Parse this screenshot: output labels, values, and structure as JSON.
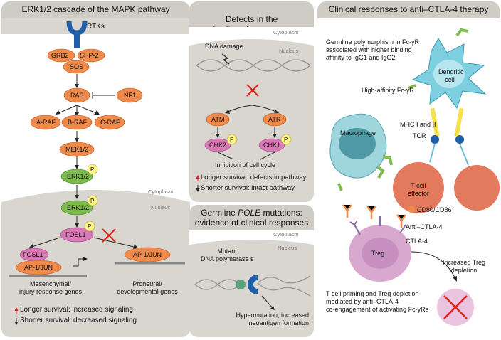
{
  "panel_a": {
    "title": "ERK1/2 cascade of the MAPK pathway",
    "rtks": "RTKs",
    "grb2": "GRB2",
    "shp2": "SHP-2",
    "sos": "SOS",
    "ras": "RAS",
    "nf1": "NF1",
    "araf": "A-RAF",
    "braf": "B-RAF",
    "craf": "C-RAF",
    "mek": "MEK1/2",
    "erk": "ERK1/2",
    "p": "P",
    "cytoplasm": "Cytoplasm",
    "nucleus": "Nucleus",
    "fosl1": "FOSL1",
    "ap1": "AP-1/JUN",
    "mes_genes": "Mesenchymal/\ninjury response genes",
    "pro_genes": "Proneural/\ndevelopmental genes",
    "longer": "Longer survival: increased signaling",
    "shorter": "Shorter survival: decreased signaling"
  },
  "panel_b": {
    "title": "Defects in the\nreplication stress response",
    "cytoplasm": "Cytoplasm",
    "nucleus": "Nucleus",
    "dna_damage": "DNA damage",
    "atm": "ATM",
    "atr": "ATR",
    "chk2": "CHK2",
    "chk1": "CHK1",
    "p": "P",
    "inhibition": "Inhibition of cell cycle",
    "longer": "Longer survival: defects in pathway",
    "shorter": "Shorter survival: intact pathway"
  },
  "panel_c": {
    "title_pre": "Germline ",
    "title_italic": "POLE",
    "title_post": " mutations:",
    "title2": "evidence of clinical responses",
    "cytoplasm": "Cytoplasm",
    "nucleus": "Nucleus",
    "mutant": "Mutant\nDNA polymerase ε",
    "hyper": "Hypermutation, increased\nneoantigen formation"
  },
  "panel_d": {
    "title": "Clinical responses to anti–CTLA-4 therapy",
    "germline": "Germline polymorphism in Fc-γR\nassociated with higher binding\naffinity to IgG1 and IgG2",
    "high_affinity": "High-affinity Fc-γR",
    "dendritic": "Dendritic\ncell",
    "mhc": "MHC I and II",
    "tcr": "TCR",
    "macrophage": "Macrophage",
    "tcell": "T cell\neffector",
    "cd80": "CD80/CD86",
    "anti_ctla4": "Anti–CTLA-4",
    "ctla4": "CTLA-4",
    "treg": "Treg",
    "increased": "Increased Treg\ndepletion",
    "priming": "T cell priming and Treg depletion\nmediated by anti–CTLA-4\nco-engagement of activating Fc-γRs"
  },
  "colors": {
    "orange": "#f08a4b",
    "green": "#7dbb4d",
    "pink": "#d878b5",
    "yellow": "#fff38a",
    "red": "#e2231a",
    "blue": "#1f5fa8"
  }
}
